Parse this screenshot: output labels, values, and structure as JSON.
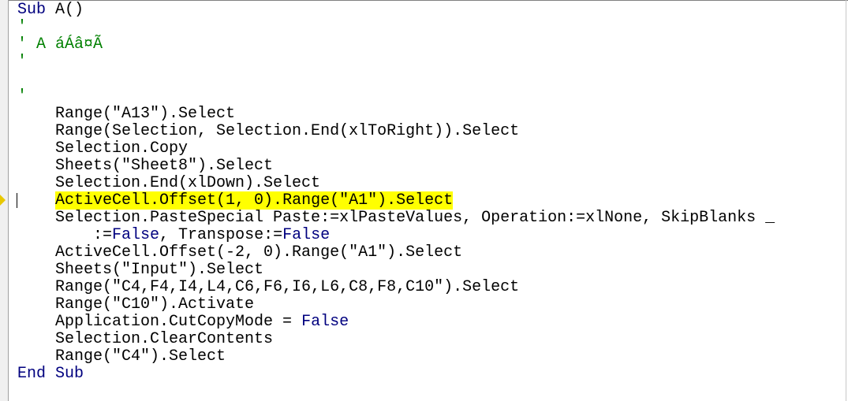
{
  "colors": {
    "keyword": "#00007f",
    "comment": "#008000",
    "highlight": "#ffff00"
  },
  "lines": [
    [
      {
        "t": "Sub",
        "c": "kw"
      },
      {
        "t": " A()"
      }
    ],
    [
      {
        "t": "'",
        "c": "cm"
      }
    ],
    [
      {
        "t": "' A áÁâ¤Ã",
        "c": "cm"
      }
    ],
    [
      {
        "t": "'",
        "c": "cm"
      }
    ],
    [
      {
        "t": ""
      }
    ],
    [
      {
        "t": "'",
        "c": "cm"
      }
    ],
    [
      {
        "t": "    Range(\"A13\").Select"
      }
    ],
    [
      {
        "t": "    Range(Selection, Selection.End(xlToRight)).Select"
      }
    ],
    [
      {
        "t": "    Selection.Copy"
      }
    ],
    [
      {
        "t": "    Sheets(\"Sheet8\").Select"
      }
    ],
    [
      {
        "t": "    Selection.End(xlDown).Select"
      }
    ],
    [
      {
        "t": "    "
      },
      {
        "t": "ActiveCell.Offset(1, 0).Range(\"A1\").Select",
        "c": "hl"
      }
    ],
    [
      {
        "t": "    Selection.PasteSpecial Paste:=xlPasteValues, Operation:=xlNone, SkipBlanks _"
      }
    ],
    [
      {
        "t": "        :="
      },
      {
        "t": "False",
        "c": "kw"
      },
      {
        "t": ", Transpose:="
      },
      {
        "t": "False",
        "c": "kw"
      }
    ],
    [
      {
        "t": "    ActiveCell.Offset(-2, 0).Range(\"A1\").Select"
      }
    ],
    [
      {
        "t": "    Sheets(\"Input\").Select"
      }
    ],
    [
      {
        "t": "    Range(\"C4,F4,I4,L4,C6,F6,I6,L6,C8,F8,C10\").Select"
      }
    ],
    [
      {
        "t": "    Range(\"C10\").Activate"
      }
    ],
    [
      {
        "t": "    Application.CutCopyMode = "
      },
      {
        "t": "False",
        "c": "kw"
      }
    ],
    [
      {
        "t": "    Selection.ClearContents"
      }
    ],
    [
      {
        "t": "    Range(\"C4\").Select"
      }
    ],
    [
      {
        "t": "End Sub",
        "c": "kw"
      }
    ]
  ]
}
